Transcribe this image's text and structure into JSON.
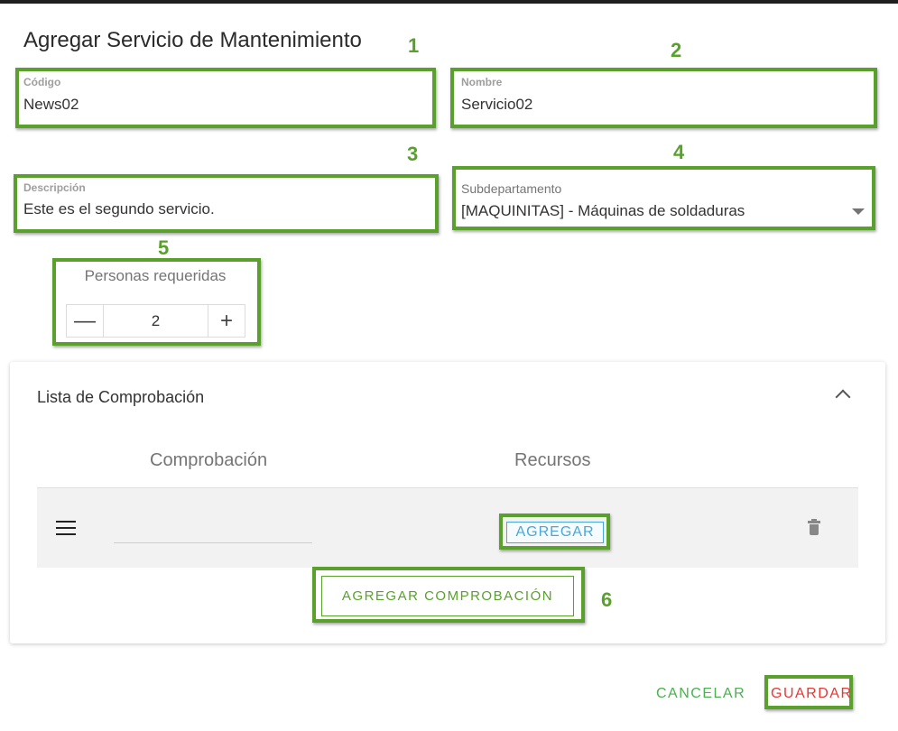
{
  "dialog": {
    "title": "Agregar Servicio de Mantenimiento"
  },
  "markers": [
    "1",
    "2",
    "3",
    "4",
    "5",
    "6"
  ],
  "fields": {
    "codigo": {
      "label": "Código",
      "value": "News02"
    },
    "nombre": {
      "label": "Nombre",
      "value": "Servicio02"
    },
    "descripcion": {
      "label": "Descripción",
      "value": "Este es el segundo servicio."
    },
    "subdepartamento": {
      "label": "Subdepartamento",
      "value": "[MAQUINITAS] - Máquinas de soldaduras"
    }
  },
  "personas": {
    "label": "Personas requeridas",
    "value": "2",
    "minus": "—",
    "plus": "+"
  },
  "checklist": {
    "title": "Lista de Comprobación",
    "columns": [
      "Comprobación",
      "Recursos"
    ],
    "row": {
      "agregar_label": "AGREGAR"
    },
    "add_label": "AGREGAR COMPROBACIÓN"
  },
  "footer": {
    "cancel_label": "CANCELAR",
    "save_label": "GUARDAR"
  },
  "colors": {
    "highlight": "#5aa02c",
    "accent_blue": "#4aa8d8",
    "save": "#e53935",
    "cancel": "#4caf50"
  }
}
